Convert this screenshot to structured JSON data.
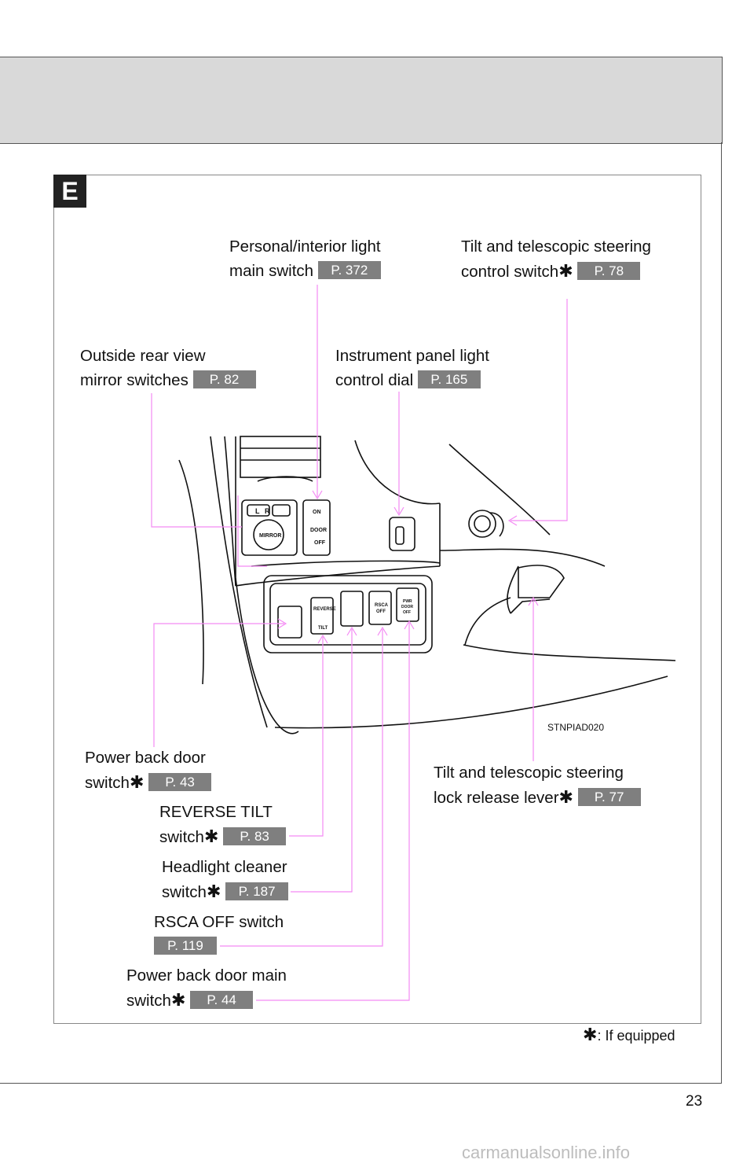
{
  "section": {
    "letter": "E"
  },
  "labels": {
    "personal_light": {
      "line1": "Personal/interior light",
      "line2": "main switch",
      "page": "P. 372"
    },
    "tilt_control": {
      "line1": "Tilt and telescopic steering",
      "line2": "control switch",
      "star": "✱",
      "page": "P. 78"
    },
    "outside_mirror": {
      "line1": "Outside rear view",
      "line2": "mirror switches",
      "page": "P. 82"
    },
    "instrument_dial": {
      "line1": "Instrument panel light",
      "line2": "control dial",
      "page": "P. 165"
    },
    "power_back_door": {
      "line1": "Power back door",
      "line2": "switch",
      "star": "✱",
      "page": "P. 43"
    },
    "tilt_lock": {
      "line1": "Tilt and telescopic steering",
      "line2": "lock release lever",
      "star": "✱",
      "page": "P. 77"
    },
    "reverse_tilt": {
      "line1": "REVERSE TILT",
      "line2": "switch",
      "star": "✱",
      "page": "P. 83"
    },
    "headlight_cleaner": {
      "line1": "Headlight cleaner",
      "line2": "switch",
      "star": "✱",
      "page": "P. 187"
    },
    "rsca_off": {
      "line1": "RSCA OFF switch",
      "page": "P. 119"
    },
    "power_back_door_main": {
      "line1": "Power back door main",
      "line2": "switch",
      "star": "✱",
      "page": "P. 44"
    }
  },
  "illustration": {
    "code": "STNPIAD020",
    "mirror_text": {
      "l": "L",
      "r": "R",
      "mirror": "MIRROR"
    },
    "door_text": {
      "on": "ON",
      "door": "DOOR",
      "off": "OFF"
    },
    "buttons": {
      "reverse": "REVERSE",
      "tilt": "TILT",
      "rsca": "RSCA",
      "rsca_off": "OFF",
      "pwr": "PWR",
      "pwr_door": "DOOR",
      "pwr_off": "OFF"
    }
  },
  "footnote": {
    "star": "✱",
    "text": ": If equipped"
  },
  "page_number": "23",
  "watermark": "carmanualsonline.info",
  "colors": {
    "leader": "#f48af4",
    "badge": "#7f7f7f",
    "header_band": "#d9d9d9"
  }
}
